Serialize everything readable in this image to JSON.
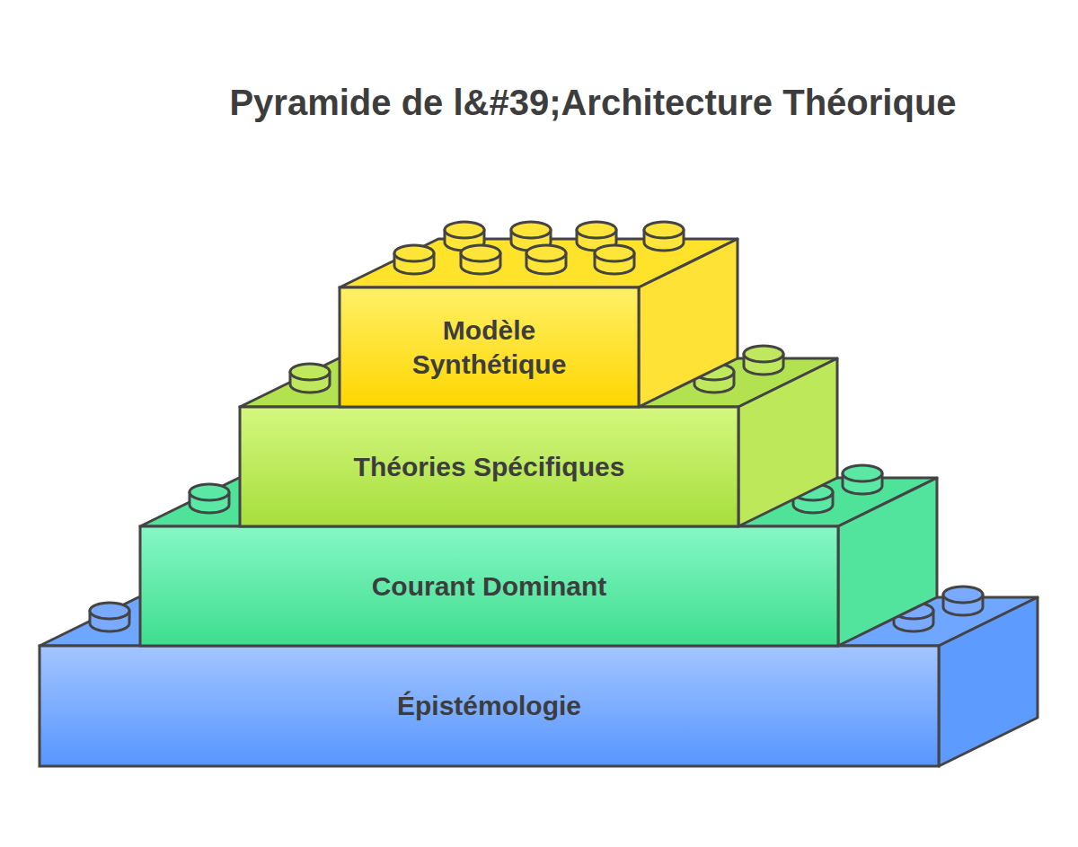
{
  "diagram": {
    "title": "Pyramide de l&#39;Architecture Théorique",
    "nodes": [
      {
        "text": [
          "Modèle Synthétique"
        ]
      },
      {
        "text": [
          "Théories Spécifiques"
        ]
      },
      {
        "text": [
          "Courant Dominant"
        ]
      },
      {
        "text": [
          "Épistémologie"
        ]
      }
    ]
  }
}
